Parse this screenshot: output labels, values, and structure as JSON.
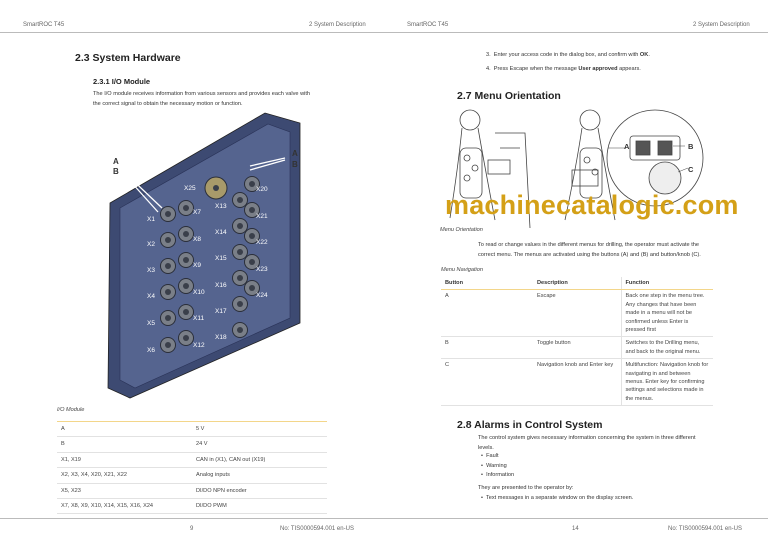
{
  "left_page": {
    "header_left": "SmartROC T45",
    "header_right": "2 System Description",
    "heading": "2.3  System Hardware",
    "subheading": "2.3.1 I/O Module",
    "paragraph_line1": "The I/O module receives information from various sensors and provides each valve with",
    "paragraph_line2": "the correct signal to obtain the necessary motion or function.",
    "figure_labels": {
      "A_left": "A",
      "B_left": "B",
      "A_right": "A",
      "B_right": "B",
      "connectors": [
        "X1",
        "X2",
        "X3",
        "X4",
        "X5",
        "X6",
        "X7",
        "X8",
        "X9",
        "X10",
        "X11",
        "X12",
        "X13",
        "X14",
        "X15",
        "X16",
        "X17",
        "X18",
        "X20",
        "X21",
        "X22",
        "X23",
        "X24",
        "X25"
      ]
    },
    "caption": "I/O Module",
    "table": [
      [
        "A",
        "5 V"
      ],
      [
        "B",
        "24 V"
      ],
      [
        "X1, X19",
        "CAN in (X1), CAN out (X19)"
      ],
      [
        "X2, X3, X4, X20, X21, X22",
        "Analog inputs"
      ],
      [
        "X5, X23",
        "DI/DO NPN encoder"
      ],
      [
        "X7, X8, X9, X10, X14, X15, X16, X24",
        "DI/DO PWM"
      ]
    ],
    "page_number": "9",
    "doc_number": "No: TIS0000594.001 en-US"
  },
  "right_page": {
    "header_left": "SmartROC T45",
    "header_right": "2 System Description",
    "step3": {
      "num": "3.",
      "text": "Enter your access code in the dialog box, and confirm with ",
      "bold": "OK",
      "end": "."
    },
    "step4": {
      "num": "4.",
      "text": "Press Escape when the message ",
      "bold": "User approved",
      "end": " appears."
    },
    "heading_menu": "2.7  Menu Orientation",
    "figure_labels": {
      "A": "A",
      "B": "B",
      "C": "C"
    },
    "caption_menu": "Menu Orientation",
    "menu_para_line1": "To read or change values in the different menus for drilling, the operator must activate the",
    "menu_para_line2": "correct menu. The menus are activated using the buttons (A) and (B) and button/knob (C).",
    "caption_table": "Menu Navigation",
    "table_headers": [
      "Button",
      "Description",
      "Function"
    ],
    "table_rows": [
      [
        "A",
        "Escape",
        "Back one step in the menu tree. Any changes that have been made in a menu will not be confirmed unless Enter is pressed first"
      ],
      [
        "B",
        "Toggle button",
        "Switches to the Drilling menu, and back to the original menu."
      ],
      [
        "C",
        "Navigation knob and Enter key",
        "Multifunction: Navigation knob for navigating in and between menus. Enter key for confirming settings and selections made in the menus."
      ]
    ],
    "heading_alarms": "2.8  Alarms in Control System",
    "alarms_para_line1": "The control system gives necessary information concerning the system in three different",
    "alarms_para_line2": "levels.",
    "levels": [
      "Fault",
      "Warning",
      "Information"
    ],
    "presented": "They are presented to the operator by:",
    "methods": [
      "Text messages in a separate window on the display screen."
    ],
    "page_number": "14",
    "doc_number": "No: TIS0000594.001 en-US"
  },
  "watermark": "machinecatalogic.com"
}
